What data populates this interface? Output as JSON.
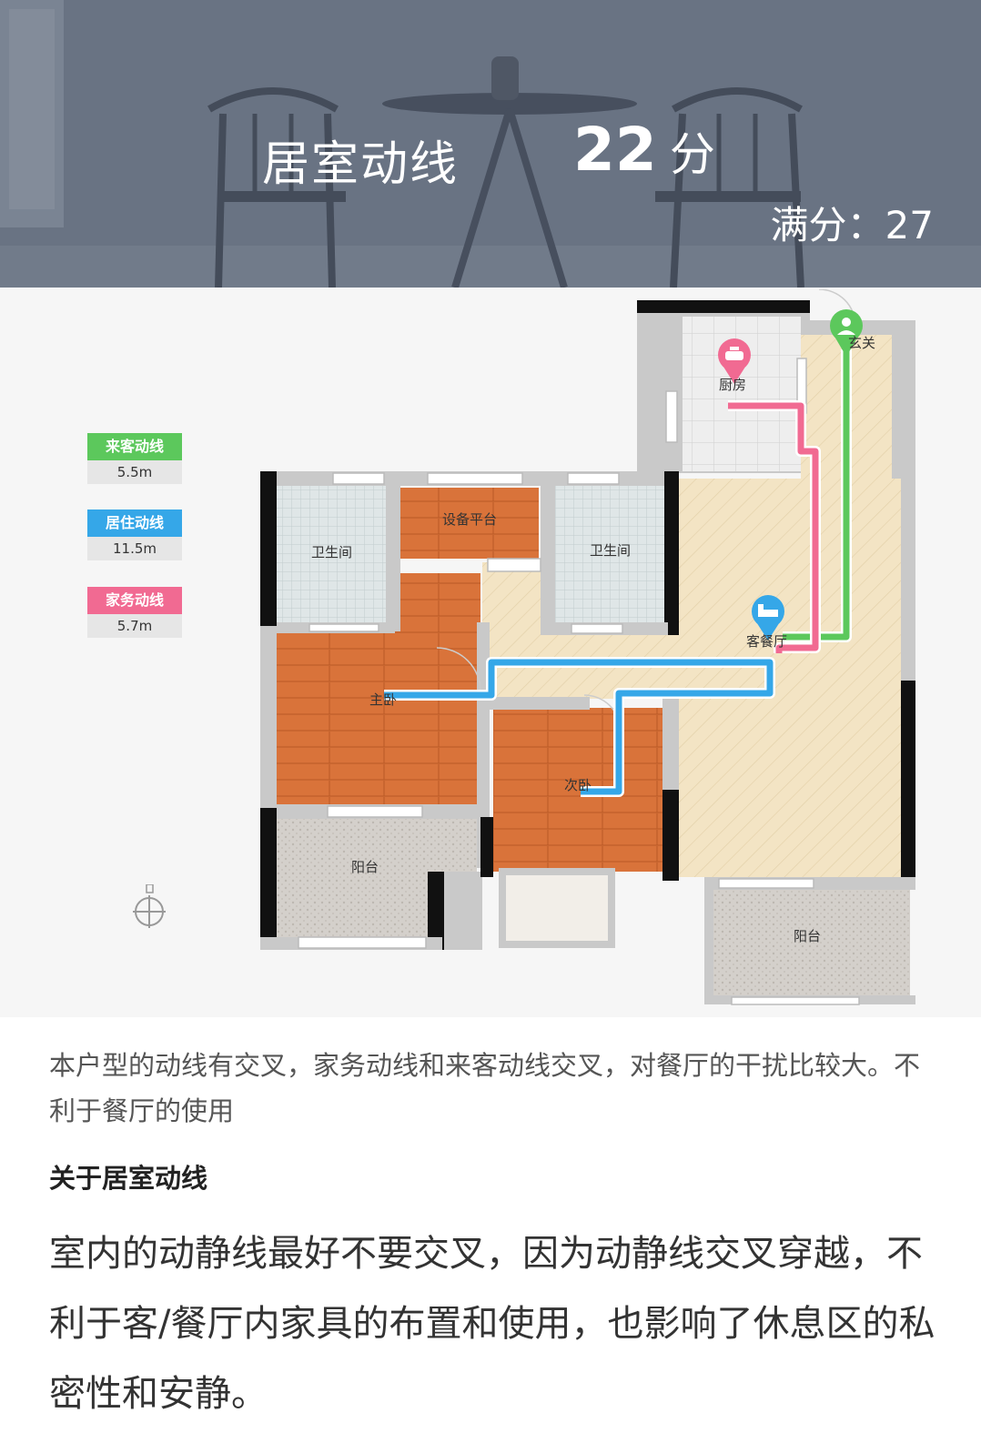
{
  "header": {
    "title": "居室动线",
    "score": "22",
    "score_unit": "分",
    "full_score": "满分：27"
  },
  "legend": [
    {
      "label": "来客动线",
      "value": "5.5m",
      "color": "#5cc85c"
    },
    {
      "label": "居住动线",
      "value": "11.5m",
      "color": "#35a7e8"
    },
    {
      "label": "家务动线",
      "value": "5.7m",
      "color": "#f16a92"
    }
  ],
  "rooms": {
    "kitchen": "厨房",
    "entrance": "玄关",
    "equipment": "设备平台",
    "bath1": "卫生间",
    "bath2": "卫生间",
    "living": "客餐厅",
    "master": "主卧",
    "second": "次卧",
    "balcony1": "阳台",
    "balcony2": "阳台"
  },
  "description": "本户型的动线有交叉，家务动线和来客动线交叉，对餐厅的干扰比较大。不利于餐厅的使用",
  "about_title": "关于居室动线",
  "about_text": "室内的动静线最好不要交叉，因为动静线交叉穿越，不利于客/餐厅内家具的布置和使用，也影响了休息区的私密性和安静。"
}
